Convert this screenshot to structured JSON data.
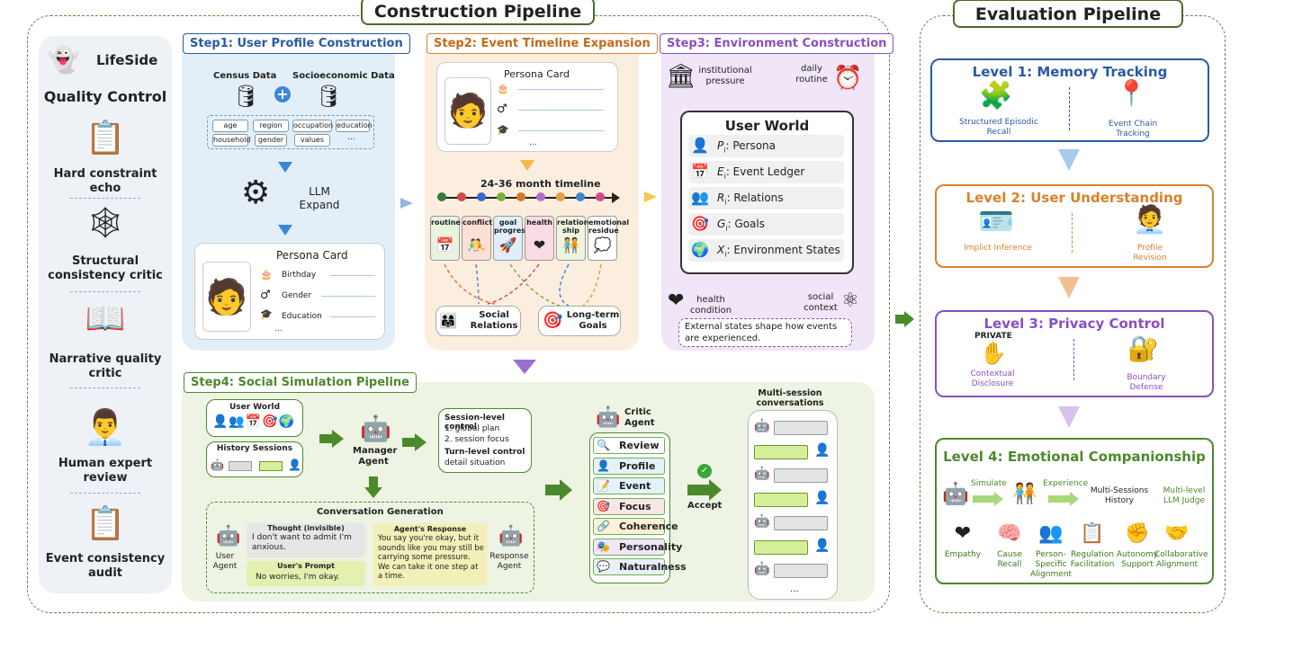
{
  "titles": {
    "construction": "Construction Pipeline",
    "evaluation": "Evaluation Pipeline"
  },
  "sidebar": {
    "brand": "LifeSide",
    "heading": "Quality Control",
    "items": [
      {
        "label": "Hard constraint echo",
        "icon": "clipboard-check-icon"
      },
      {
        "label": "Structural consistency critic",
        "icon": "network-check-icon"
      },
      {
        "label": "Narrative quality critic",
        "icon": "book-check-icon"
      },
      {
        "label": "Human expert review",
        "icon": "expert-icon"
      },
      {
        "label": "Event consistency audit",
        "icon": "clipboard-search-icon"
      }
    ]
  },
  "step1": {
    "title": "Step1: User Profile Construction",
    "census": "Census Data",
    "socio": "Socioeconomic Data",
    "chips": [
      "age",
      "region",
      "occupation",
      "education",
      "household",
      "gender",
      "values",
      "..."
    ],
    "llm": "LLM Expand",
    "card_title": "Persona Card",
    "fields": [
      "Birthday",
      "Gender",
      "Education",
      "..."
    ]
  },
  "step2": {
    "title": "Step2: Event Timeline Expansion",
    "card_title": "Persona Card",
    "ellipsis": "...",
    "timeline": "24-36 month timeline",
    "events": [
      "routine",
      "conflict",
      "goal progress",
      "health",
      "relation ship",
      "emotional residue"
    ],
    "social": "Social Relations",
    "goals": "Long-term Goals"
  },
  "step3": {
    "title": "Step3: Environment Construction",
    "inst": "institutional pressure",
    "daily": "daily routine",
    "world": "User World",
    "rows": [
      {
        "sym": "P",
        "label": ": Persona"
      },
      {
        "sym": "E",
        "label": ": Event Ledger"
      },
      {
        "sym": "R",
        "label": ": Relations"
      },
      {
        "sym": "G",
        "label": ": Goals"
      },
      {
        "sym": "X",
        "label": ": Environment States"
      }
    ],
    "health": "health condition",
    "social": "social context",
    "note": "External states shape how events are experienced."
  },
  "step4": {
    "title": "Step4: Social Simulation Pipeline",
    "user_world": "User World",
    "history": "History Sessions",
    "manager": "Manager Agent",
    "session_ctrl": "Session-level control",
    "plan": "1. global plan",
    "focus": "2. session focus",
    "turn_ctrl": "Turn-level control",
    "detail": "detail situation",
    "conv_gen": "Conversation Generation",
    "user_agent": "User Agent",
    "thought_t": "Thought (invisible)",
    "thought": "I don't want to admit I'm anxious.",
    "prompt_t": "User's Prompt",
    "prompt": "No worries, I'm okay.",
    "resp_t": "Agent's Response",
    "resp": "You say you're okay, but it sounds like you may still be carrying some pressure. We can take it one step at a time.",
    "resp_agent": "Response Agent",
    "critic": "Critic Agent",
    "critic_items": [
      "Review",
      "Profile",
      "Event",
      "Focus",
      "Coherence",
      "Personality",
      "Naturalness"
    ],
    "accept": "Accept",
    "multi": "Multi-session conversations",
    "more": "..."
  },
  "eval": {
    "l1": {
      "title": "Level 1: Memory Tracking",
      "a": "Structured Episodic Recall",
      "b": "Event Chain Tracking"
    },
    "l2": {
      "title": "Level 2: User Understanding",
      "a": "Implict Inference",
      "b": "Profile Revision"
    },
    "l3": {
      "title": "Level 3: Privacy Control",
      "private": "PRIVATE",
      "a": "Contextual Disclosure",
      "b": "Boundary Defense"
    },
    "l4": {
      "title": "Level 4: Emotional Companionship",
      "simulate": "Simulate",
      "experience": "Experience",
      "history": "Multi-Sessions History",
      "judge": "Multi-level LLM Judge",
      "items": [
        "Empathy",
        "Cause Recall",
        "Person-Specific Alignment",
        "Regulation Facilitation",
        "Autonomy Support",
        "Collaborative Alignment"
      ]
    }
  },
  "colors": {
    "green": "#4b8a2a",
    "blue": "#2a5aa6",
    "orange": "#d9822b",
    "purple": "#8a4fbf"
  }
}
